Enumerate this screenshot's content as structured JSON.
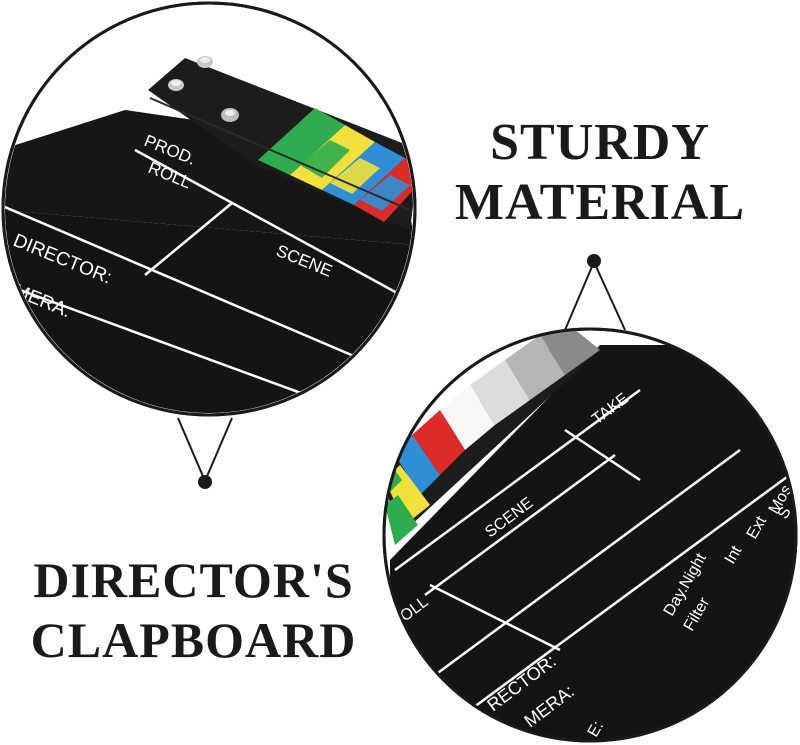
{
  "headline_top": {
    "line1": "STURDY",
    "line2": "MATERIAL"
  },
  "headline_bottom": {
    "line1": "DIRECTOR'S",
    "line2": "CLAPBOARD"
  },
  "clapboard_top": {
    "labels": {
      "prod": "PROD.",
      "roll": "ROLL",
      "scene": "SCENE",
      "director": "DIRECTOR:",
      "camera": "MERA:"
    }
  },
  "clapboard_bottom": {
    "labels": {
      "take": "TAKE",
      "scene": "SCENE",
      "roll": "OLL",
      "director": "RECTOR:",
      "camera": "MERA:",
      "day_night": "Day.Night",
      "int": "Int",
      "ext": "Ext",
      "mos": "Mos",
      "filter": "Filter",
      "s": "S",
      "cut": "E:"
    }
  },
  "colors": {
    "board": "#141414",
    "frame": "#1c1c1c",
    "stripe_green": "#2eac4f",
    "stripe_yellow": "#f2e13a",
    "stripe_blue": "#2f8fd6",
    "stripe_red": "#dd2b27",
    "stripe_grey_dark": "#8a8a8a",
    "stripe_grey_mid": "#b5b5b5",
    "stripe_grey_light": "#dcdcdc",
    "stripe_white": "#ffffff",
    "headline": "#1a1a1a",
    "outline": "#1a1a1a"
  },
  "icons": [
    "screw-icon",
    "pin-icon"
  ]
}
